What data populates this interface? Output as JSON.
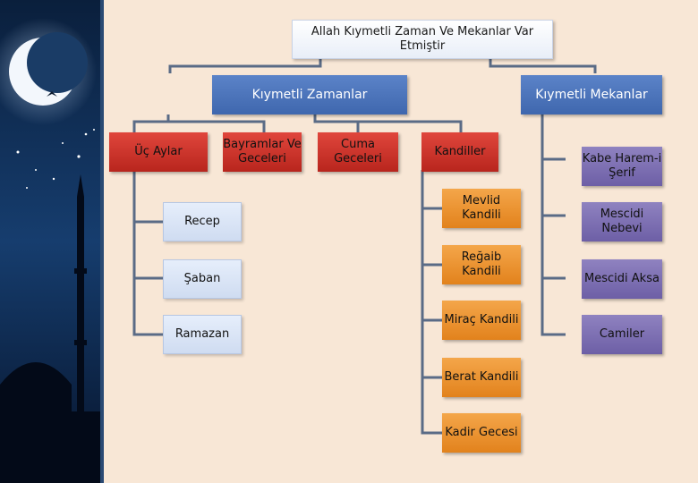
{
  "title": "Allah Kıymetli Zaman Ve Mekanlar Var Etmiştir",
  "zamanlar": {
    "label": "Kıymetli Zamanlar",
    "uc_aylar": {
      "label": "Üç Aylar",
      "months": [
        "Recep",
        "Şaban",
        "Ramazan"
      ]
    },
    "bayramlar": "Bayramlar Ve Geceleri",
    "cuma": "Cuma Geceleri",
    "kandiller": {
      "label": "Kandiller",
      "items": [
        "Mevlid Kandili",
        "Reğaib Kandili",
        "Miraç Kandili",
        "Berat Kandili",
        "Kadir Gecesi"
      ]
    }
  },
  "mekanlar": {
    "label": "Kıymetli  Mekanlar",
    "items": [
      "Kabe Harem-i Şerif",
      "Mescidi Nebevi",
      "Mescidi Aksa",
      "Camiler"
    ]
  },
  "colors": {
    "blue": "#4a72b8",
    "red": "#cc3329",
    "orange": "#ec9333",
    "purple": "#7b6db2",
    "light": "#dbe5f5",
    "line": "#5a6b86"
  }
}
